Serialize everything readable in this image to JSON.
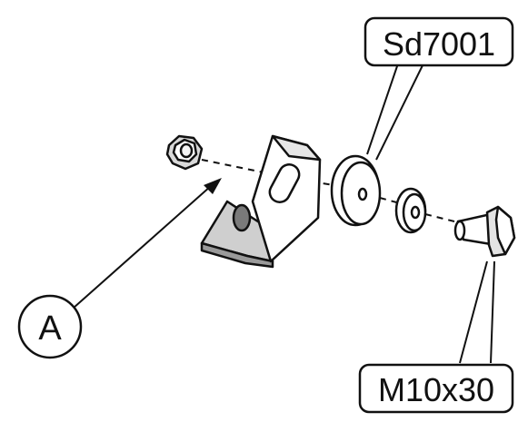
{
  "labels": {
    "part_sd7001": "Sd7001",
    "part_bolt": "M10x30",
    "part_a": "A"
  },
  "colors": {
    "line": "#111111",
    "fill": "#ffffff",
    "shade": "#bdbdbd",
    "dark": "#555555"
  }
}
